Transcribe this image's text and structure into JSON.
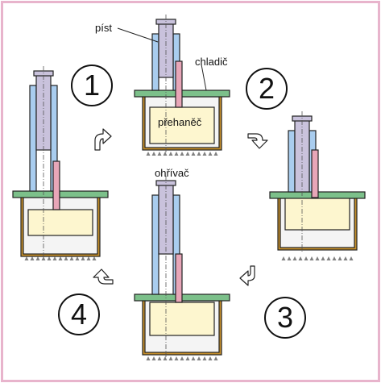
{
  "labels": {
    "piston": "píst",
    "cooler": "chladič",
    "displacer": "přehaněč",
    "heater": "ohřívač"
  },
  "steps": [
    "1",
    "2",
    "3",
    "4"
  ],
  "colors": {
    "frame": "#e8b4cc",
    "cooler_plate": "#7cc08a",
    "gas_space": "#f4f4f4",
    "displacer": "#fdf6cf",
    "piston": "#c9c2dc",
    "piston_rod": "#a9cdef",
    "displacer_rod": "#e8a6b8",
    "cylinder_wall": "#c8902a",
    "heater_flame": "#808080",
    "arrow_fill": "#ffffff",
    "outline": "#222222"
  }
}
